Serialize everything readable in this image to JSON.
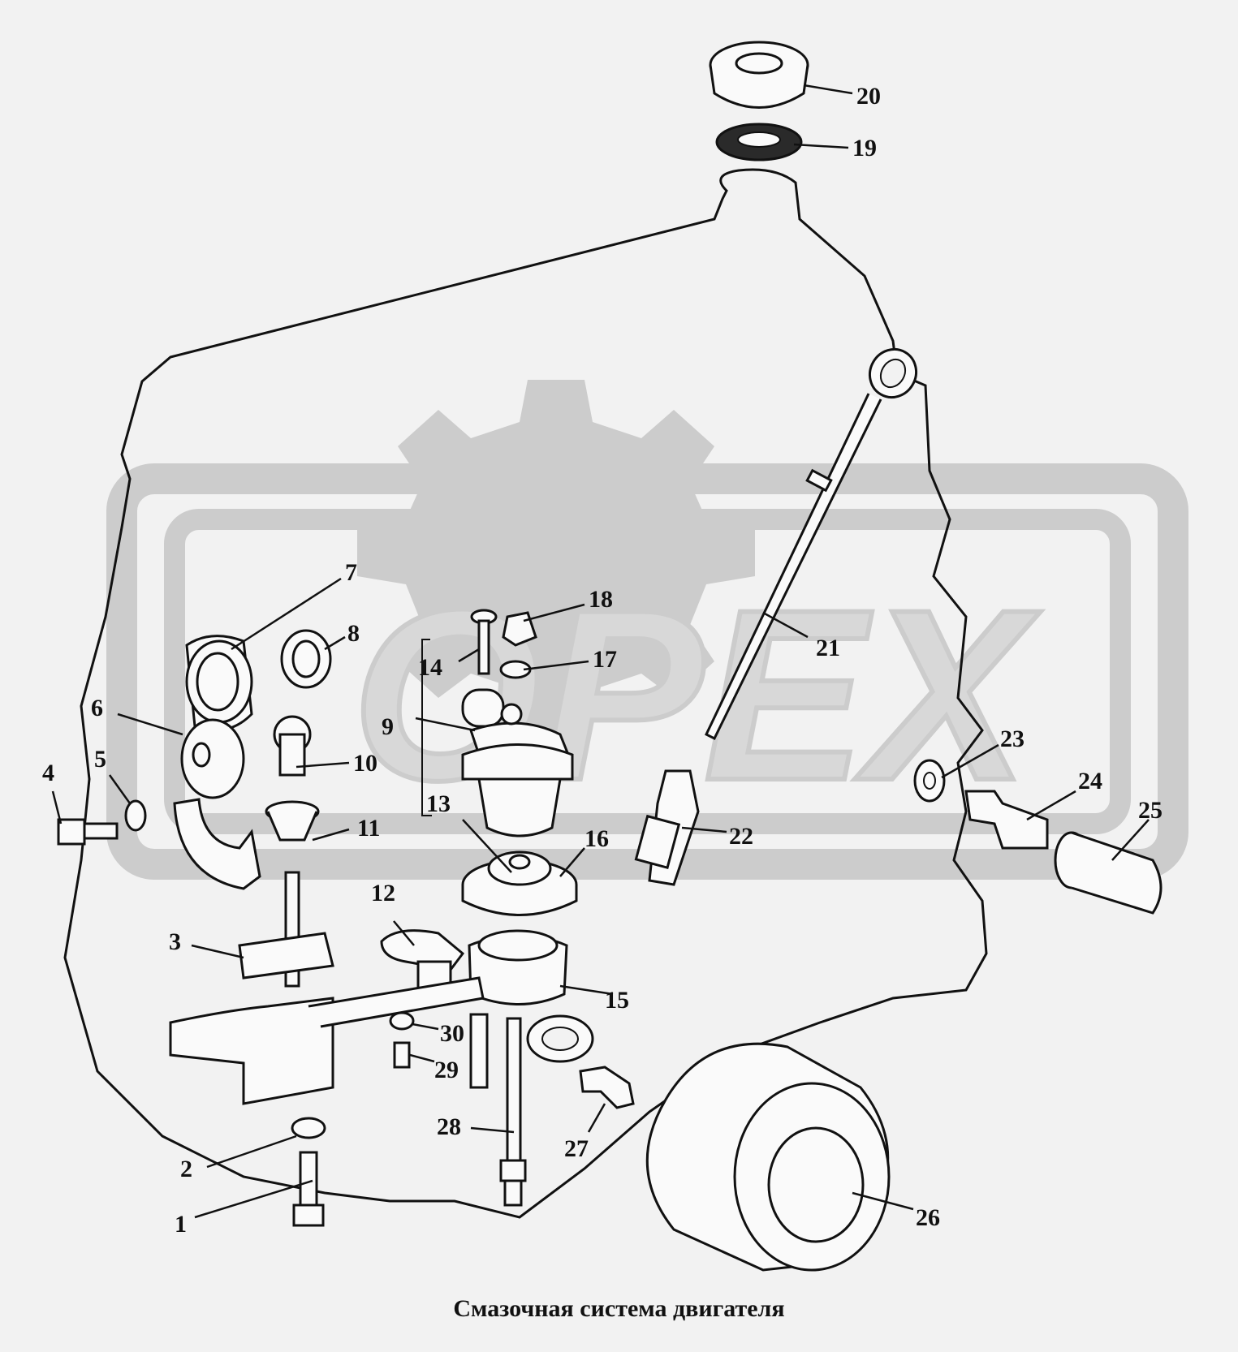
{
  "caption": "Смазочная система двигателя",
  "watermark": "OPEX",
  "colors": {
    "background": "#f2f2f2",
    "ink": "#111111",
    "watermark": "#c8c8c8"
  },
  "callouts": [
    "1",
    "2",
    "3",
    "4",
    "5",
    "6",
    "7",
    "8",
    "9",
    "10",
    "11",
    "12",
    "13",
    "14",
    "15",
    "16",
    "17",
    "18",
    "19",
    "20",
    "21",
    "22",
    "23",
    "24",
    "25",
    "26",
    "27",
    "28",
    "29",
    "30"
  ]
}
